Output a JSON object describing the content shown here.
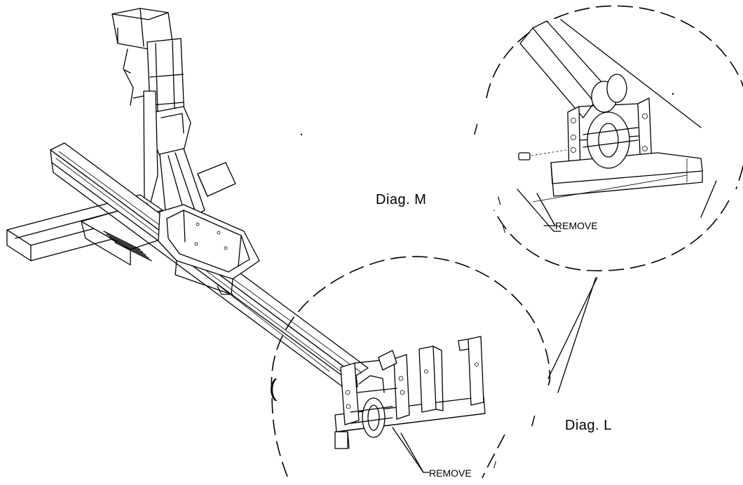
{
  "labels": {
    "diag_m": "Diag. M",
    "diag_l": "Diag. L",
    "remove_top": "REMOVE",
    "remove_bottom": "REMOVE"
  },
  "colors": {
    "ink": "#000000",
    "paper": "#ffffff"
  }
}
